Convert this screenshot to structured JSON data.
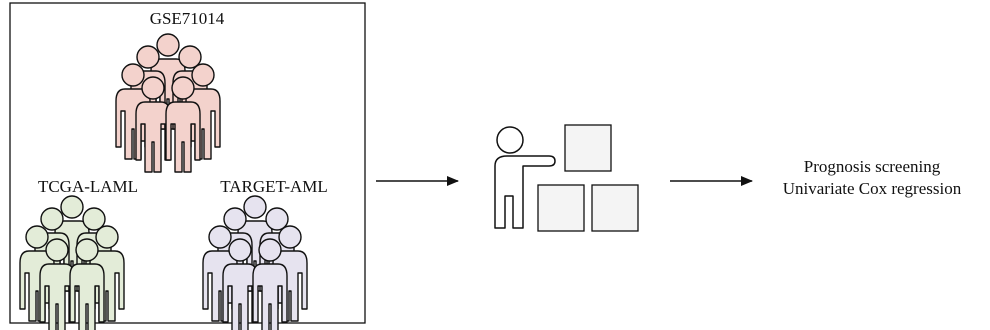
{
  "datasets": [
    {
      "label": "GSE71014",
      "fill": "#f3d2cc"
    },
    {
      "label": "TCGA-LAML",
      "fill": "#e3ecd8"
    },
    {
      "label": "TARGET-AML",
      "fill": "#e6e3ef"
    }
  ],
  "output_labels": [
    "Prognosis screening",
    "Univariate Cox regression"
  ],
  "colors": {
    "stroke": "#111111",
    "box_fill": "#f4f4f4"
  }
}
